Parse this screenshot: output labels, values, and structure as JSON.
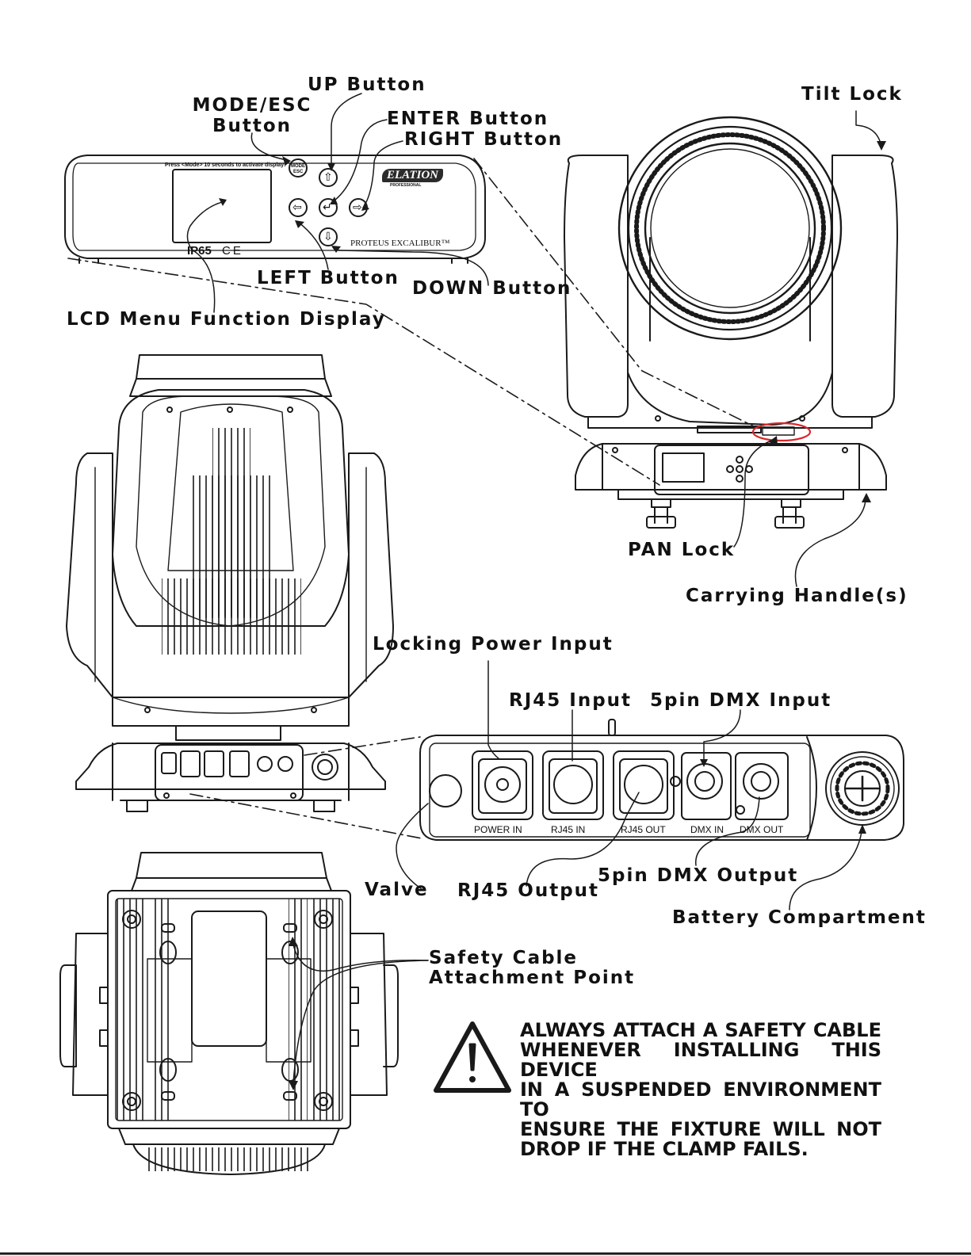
{
  "callouts": {
    "up_button": "UP Button",
    "mode_esc_button_line1": "MODE/ESC",
    "mode_esc_button_line2": "Button",
    "enter_button": "ENTER Button",
    "right_button": "RIGHT Button",
    "left_button": "LEFT Button",
    "down_button": "DOWN Button",
    "lcd_display": "LCD Menu Function Display",
    "tilt_lock": "Tilt Lock",
    "pan_lock": "PAN Lock",
    "carrying_handles": "Carrying Handle(s)",
    "locking_power_input": "Locking Power Input",
    "rj45_input": "RJ45 Input",
    "dmx_input": "5pin DMX Input",
    "valve": "Valve",
    "rj45_output": "RJ45 Output",
    "dmx_output": "5pin DMX Output",
    "battery_compartment": "Battery Compartment",
    "safety_cable_line1": "Safety Cable",
    "safety_cable_line2": "Attachment Point"
  },
  "panel": {
    "activate_text": "Press <Mode> 10 seconds to activate display!",
    "mode_label": "MODE",
    "esc_label": "ESC",
    "rating_text": "IP65",
    "ce_mark": "C E",
    "brand": "ELATION",
    "brand_sub": "PROFESSIONAL",
    "model": "PROTEUS EXCALIBUR™"
  },
  "connectors": {
    "power_in": "POWER IN",
    "rj45_in": "RJ45 IN",
    "rj45_out": "RJ45 OUT",
    "dmx_in": "DMX IN",
    "dmx_out": "DMX OUT"
  },
  "warning": {
    "lines": [
      "ALWAYS ATTACH A SAFETY CABLE",
      "WHENEVER INSTALLING THIS DEVICE",
      "IN A SUSPENDED ENVIRONMENT TO",
      "ENSURE THE FIXTURE WILL NOT",
      "DROP IF THE CLAMP FAILS."
    ],
    "icon": "warning-triangle-icon"
  },
  "colors": {
    "line": "#1a1a1a",
    "highlight": "#d9262c"
  }
}
